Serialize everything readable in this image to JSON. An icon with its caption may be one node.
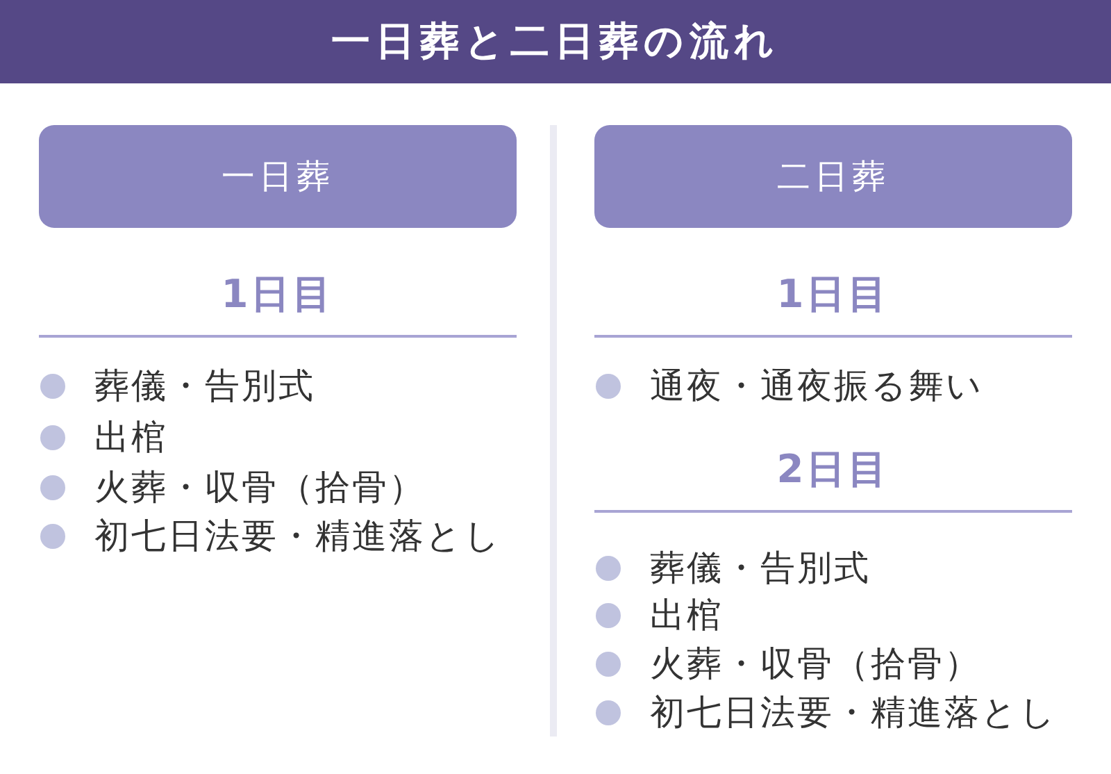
{
  "diagram": {
    "title": "一日葬と二日葬の流れ",
    "nodes": [
      {
        "text": [
          "一日葬"
        ]
      },
      {
        "text": [
          "二日葬"
        ]
      }
    ],
    "labels": [
      "1日目",
      "葬儀・告別式",
      "出棺",
      "火葬・収骨（拾骨）",
      "初七日法要・精進落とし",
      "1日目",
      "通夜・通夜振る舞い",
      "2日目",
      "葬儀・告別式",
      "出棺",
      "火葬・収骨（拾骨）",
      "初七日法要・精進落とし"
    ]
  }
}
